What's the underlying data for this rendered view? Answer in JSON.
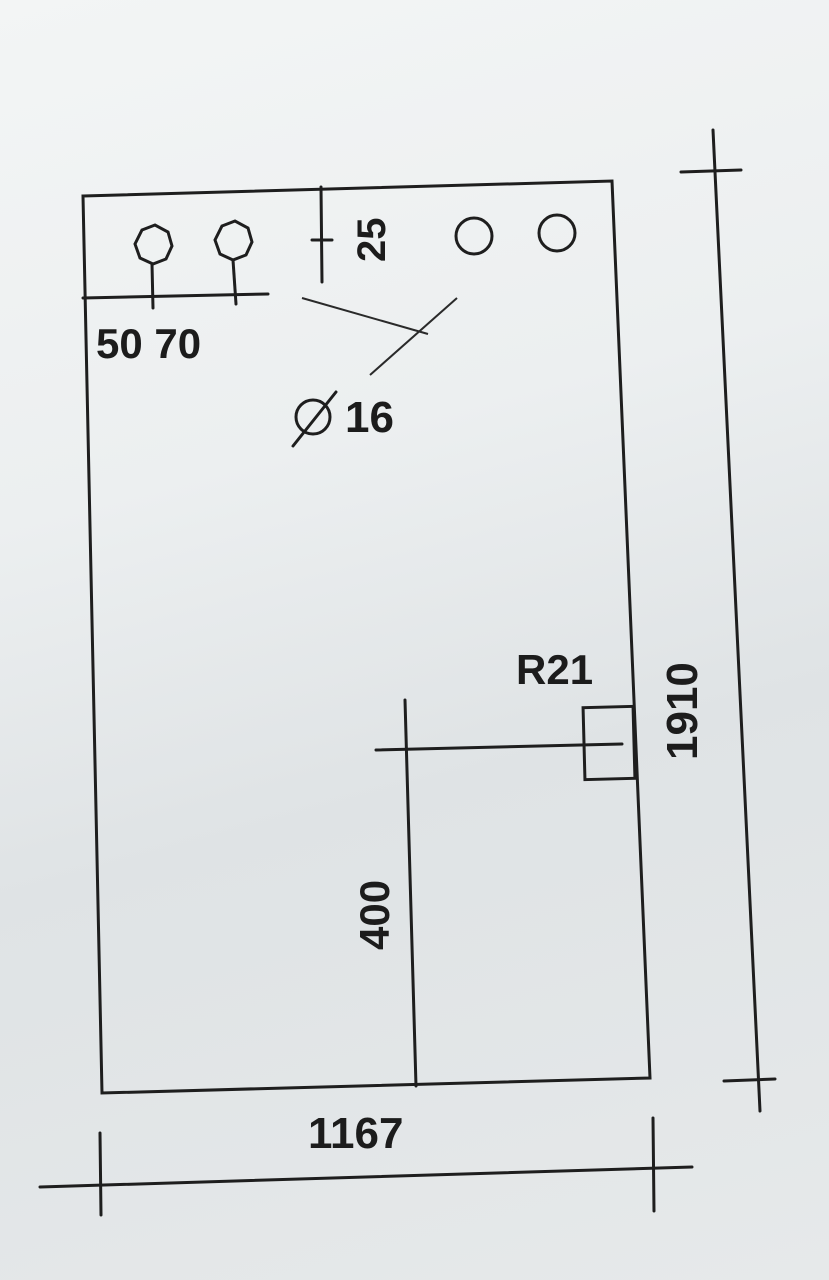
{
  "drawing": {
    "hole_spacing_left": "50 70",
    "top_offset": "25",
    "hole_diameter": "Ø16",
    "corner_radius": "R21",
    "cutout_height": "400",
    "width": "1167",
    "height": "1910"
  }
}
